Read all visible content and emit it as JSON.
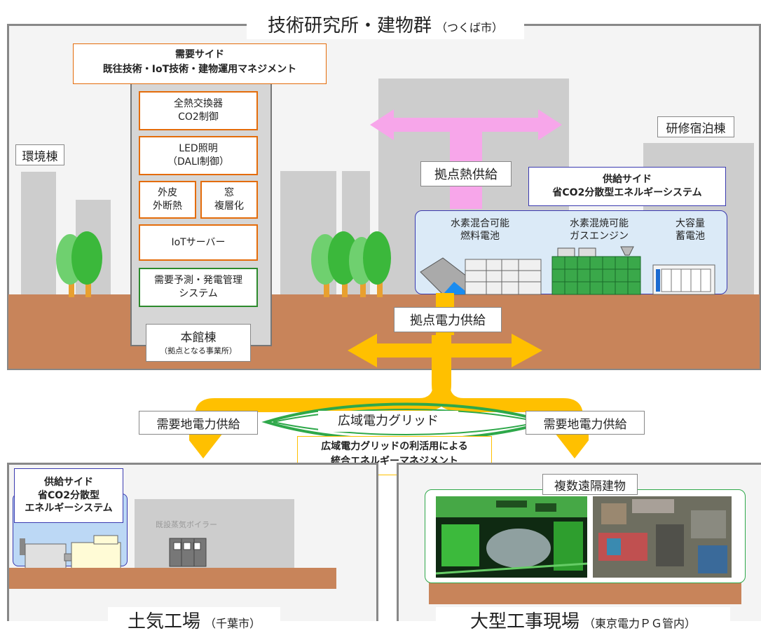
{
  "top": {
    "title": "技術研究所・建物群",
    "title_sub": "（つくば市）",
    "demand_side": {
      "line1": "需要サイド",
      "line2": "既往技術・IoT技術・建物運用マネジメント"
    },
    "env_building": "環境棟",
    "training_building": "研修宿泊棟",
    "main_building": {
      "label": "本館棟",
      "sub": "（拠点となる事業所）"
    },
    "demand_items": [
      {
        "line1": "全熱交換器",
        "line2": "CO2制御"
      },
      {
        "line1": "LED照明",
        "line2": "（DALI制御）"
      },
      {
        "line1": "外皮",
        "line2": "外断熱"
      },
      {
        "line1": "窓",
        "line2": "複層化"
      },
      {
        "line1": "IoTサーバー",
        "line2": ""
      },
      {
        "line1": "需要予測・発電管理",
        "line2": "システム"
      }
    ],
    "heat_supply": "拠点熱供給",
    "supply_side": {
      "line1": "供給サイド",
      "line2": "省CO2分散型エネルギーシステム"
    },
    "systems": [
      {
        "line1": "水素混合可能",
        "line2": "燃料電池"
      },
      {
        "line1": "水素混焼可能",
        "line2": "ガスエンジン"
      },
      {
        "line1": "大容量",
        "line2": "蓄電池"
      }
    ],
    "power_supply": "拠点電力供給"
  },
  "middle": {
    "demand_left": "需要地電力供給",
    "demand_right": "需要地電力供給",
    "grid": "広域電力グリッド",
    "grid_mgmt": {
      "line1": "広域電力グリッドの利活用による",
      "line2": "統合エネルギーマネジメント"
    }
  },
  "bottom_left": {
    "title": "土気工場",
    "title_sub": "（千葉市）",
    "supply_side": {
      "line1": "供給サイド",
      "line2": "省CO2分散型",
      "line3": "エネルギーシステム"
    },
    "boiler": "既設蒸気ボイラー"
  },
  "bottom_right": {
    "title": "大型工事現場",
    "title_sub": "（東京電力ＰＧ管内）",
    "remote": "複数遠隔建物"
  },
  "colors": {
    "heat": "#f7a6ea",
    "power": "#ffc000",
    "grid": "#2ea84a",
    "orange": "#e46c0a",
    "ground": "#c8845a"
  }
}
